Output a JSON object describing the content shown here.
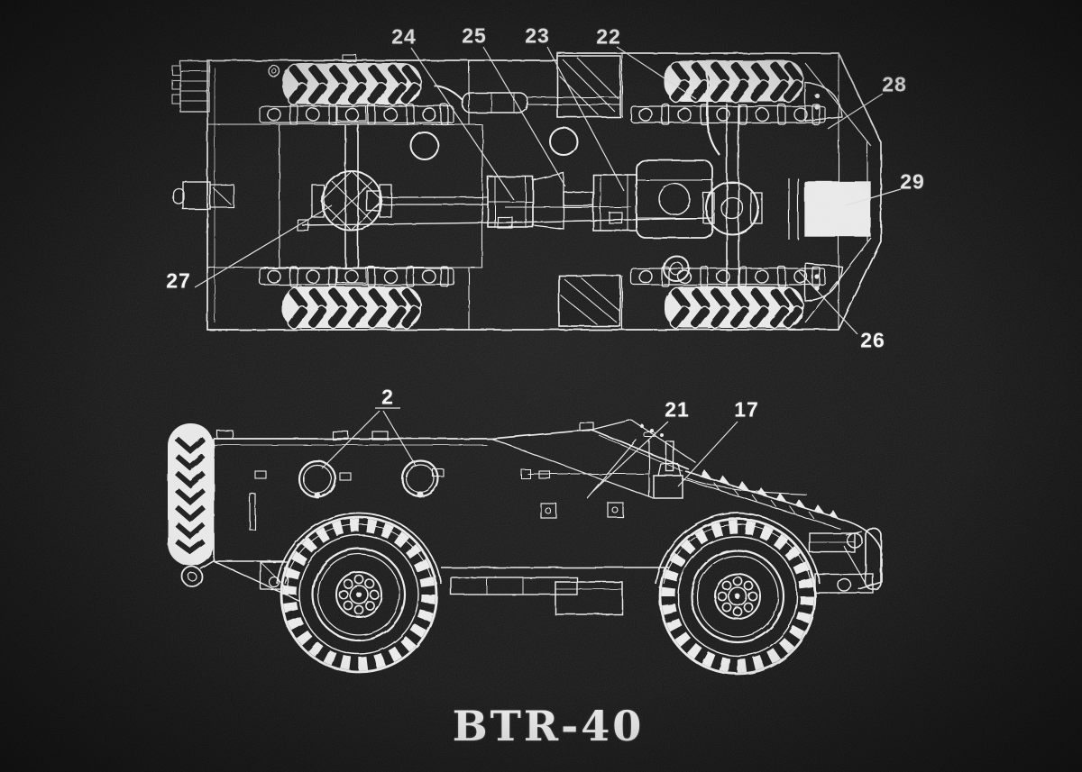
{
  "poster": {
    "title": "BTR-40",
    "background_color": "#0a0a0a",
    "line_color": "#e9e9e9",
    "label_color": "#f4f4f4"
  },
  "callouts": {
    "plan_view": [
      {
        "label": "24"
      },
      {
        "label": "25"
      },
      {
        "label": "23"
      },
      {
        "label": "22"
      },
      {
        "label": "28"
      },
      {
        "label": "29"
      },
      {
        "label": "27"
      },
      {
        "label": "26"
      }
    ],
    "side_view": [
      {
        "label": "2"
      },
      {
        "label": "21"
      },
      {
        "label": "17"
      }
    ]
  }
}
